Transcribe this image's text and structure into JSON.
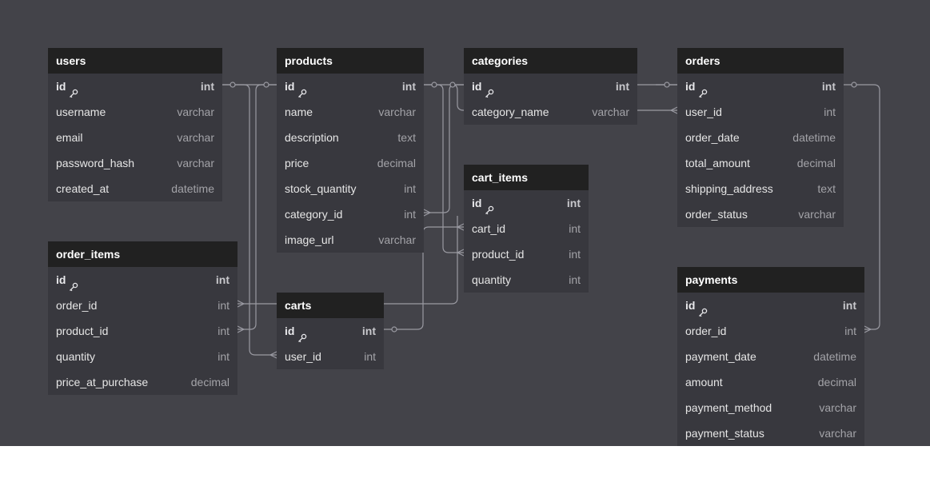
{
  "tables": {
    "users": {
      "name": "users",
      "fields": [
        {
          "name": "id",
          "type": "int",
          "pk": true
        },
        {
          "name": "username",
          "type": "varchar"
        },
        {
          "name": "email",
          "type": "varchar"
        },
        {
          "name": "password_hash",
          "type": "varchar"
        },
        {
          "name": "created_at",
          "type": "datetime"
        }
      ]
    },
    "products": {
      "name": "products",
      "fields": [
        {
          "name": "id",
          "type": "int",
          "pk": true
        },
        {
          "name": "name",
          "type": "varchar"
        },
        {
          "name": "description",
          "type": "text"
        },
        {
          "name": "price",
          "type": "decimal"
        },
        {
          "name": "stock_quantity",
          "type": "int"
        },
        {
          "name": "category_id",
          "type": "int"
        },
        {
          "name": "image_url",
          "type": "varchar"
        }
      ]
    },
    "categories": {
      "name": "categories",
      "fields": [
        {
          "name": "id",
          "type": "int",
          "pk": true
        },
        {
          "name": "category_name",
          "type": "varchar"
        }
      ]
    },
    "orders": {
      "name": "orders",
      "fields": [
        {
          "name": "id",
          "type": "int",
          "pk": true
        },
        {
          "name": "user_id",
          "type": "int"
        },
        {
          "name": "order_date",
          "type": "datetime"
        },
        {
          "name": "total_amount",
          "type": "decimal"
        },
        {
          "name": "shipping_address",
          "type": "text"
        },
        {
          "name": "order_status",
          "type": "varchar"
        }
      ]
    },
    "cart_items": {
      "name": "cart_items",
      "fields": [
        {
          "name": "id",
          "type": "int",
          "pk": true
        },
        {
          "name": "cart_id",
          "type": "int"
        },
        {
          "name": "product_id",
          "type": "int"
        },
        {
          "name": "quantity",
          "type": "int"
        }
      ]
    },
    "order_items": {
      "name": "order_items",
      "fields": [
        {
          "name": "id",
          "type": "int",
          "pk": true
        },
        {
          "name": "order_id",
          "type": "int"
        },
        {
          "name": "product_id",
          "type": "int"
        },
        {
          "name": "quantity",
          "type": "int"
        },
        {
          "name": "price_at_purchase",
          "type": "decimal"
        }
      ]
    },
    "carts": {
      "name": "carts",
      "fields": [
        {
          "name": "id",
          "type": "int",
          "pk": true
        },
        {
          "name": "user_id",
          "type": "int"
        }
      ]
    },
    "payments": {
      "name": "payments",
      "fields": [
        {
          "name": "id",
          "type": "int",
          "pk": true
        },
        {
          "name": "order_id",
          "type": "int"
        },
        {
          "name": "payment_date",
          "type": "datetime"
        },
        {
          "name": "amount",
          "type": "decimal"
        },
        {
          "name": "payment_method",
          "type": "varchar"
        },
        {
          "name": "payment_status",
          "type": "varchar"
        }
      ]
    }
  },
  "relationships": [
    {
      "from": "users.id",
      "to": "orders.user_id"
    },
    {
      "from": "users.id",
      "to": "carts.user_id"
    },
    {
      "from": "products.id",
      "to": "order_items.product_id"
    },
    {
      "from": "products.id",
      "to": "cart_items.product_id"
    },
    {
      "from": "categories.id",
      "to": "products.category_id"
    },
    {
      "from": "orders.id",
      "to": "order_items.order_id"
    },
    {
      "from": "orders.id",
      "to": "payments.order_id"
    },
    {
      "from": "carts.id",
      "to": "cart_items.cart_id"
    }
  ],
  "colors": {
    "canvas": "#434349",
    "table_body": "#38383e",
    "table_header": "#212121",
    "connector": "#9a9aa2"
  }
}
